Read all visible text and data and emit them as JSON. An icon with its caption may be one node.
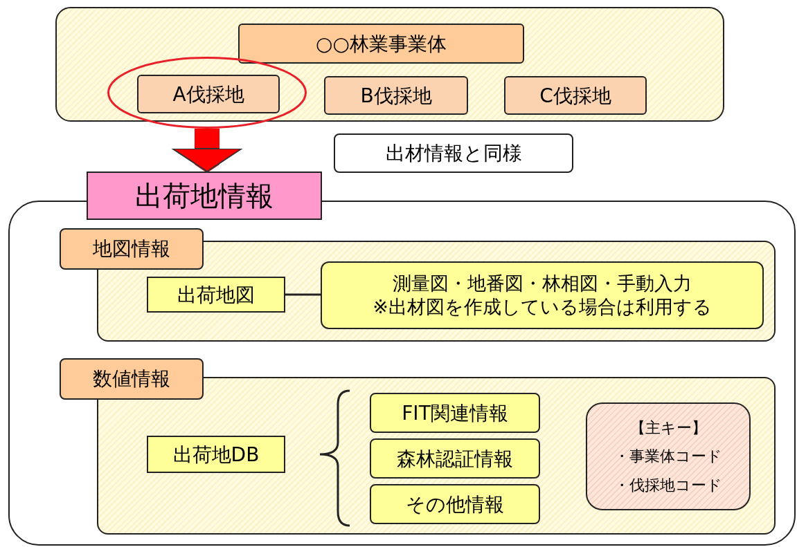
{
  "diagram": {
    "nodes": [
      {
        "text": [],
        "shape": "box"
      },
      {
        "text": [
          "○○林業事業体"
        ],
        "in": 0
      },
      {
        "text": [],
        "shape": "circle"
      },
      {
        "text": [
          "A伐採地"
        ],
        "in": 2
      },
      {
        "text": [
          "B伐採地"
        ],
        "in": 0
      },
      {
        "text": [
          "C伐採地"
        ],
        "in": 0
      },
      {
        "text": [
          "出材情報と同様"
        ]
      },
      {
        "text": [
          "出荷地情報"
        ]
      },
      {
        "text": [
          "地図情報"
        ],
        "in": 7
      },
      {
        "text": [
          "出荷地図"
        ],
        "in": 8
      },
      {
        "text": [
          "測量図・地番図・林相図・手動入力",
          "※出材図を作成している場合は利用する"
        ],
        "in": 8
      },
      {
        "text": [
          "数値情報"
        ],
        "in": 7
      },
      {
        "text": [
          "出荷地DB"
        ],
        "in": 11
      },
      {
        "text": [
          "FIT関連情報"
        ],
        "in": 11
      },
      {
        "text": [
          "森林認証情報"
        ],
        "in": 11
      },
      {
        "text": [
          "その他情報"
        ],
        "in": 11
      },
      {
        "text": [
          "【主キー】",
          "・事業体コード",
          "・伐採地コード"
        ],
        "in": 11
      }
    ],
    "edges": [
      {
        "from": 2,
        "to": 7,
        "arrow": "to",
        "style": "thick",
        "color": "#ff0000"
      },
      {
        "from": 9,
        "to": 10,
        "arrow": "none",
        "color": "#222222"
      }
    ]
  }
}
